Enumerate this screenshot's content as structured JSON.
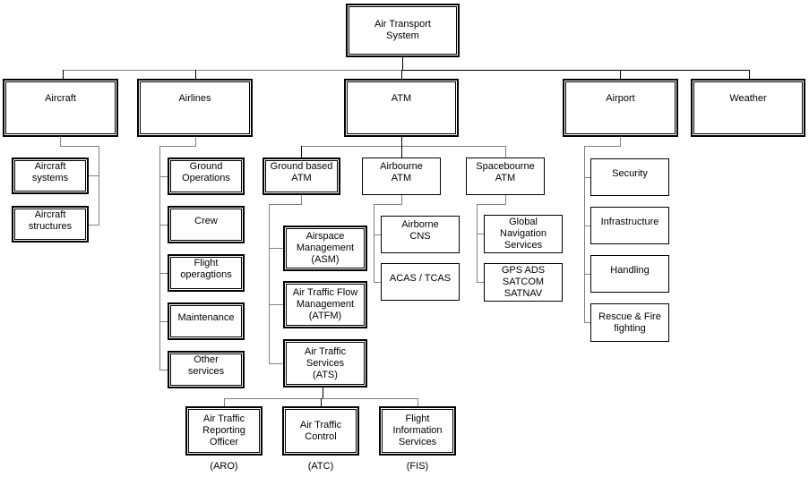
{
  "diagram": {
    "title": "Air Transport System organization chart",
    "colors": {
      "background": "#ffffff",
      "box_border": "#000000",
      "connector_gray": "#808080",
      "connector_black": "#000000"
    },
    "nodes": {
      "root": {
        "label": "Air Transport\nSystem"
      },
      "aircraft": {
        "label": "Aircraft"
      },
      "airlines": {
        "label": "Airlines"
      },
      "atm": {
        "label": "ATM"
      },
      "airport": {
        "label": "Airport"
      },
      "weather": {
        "label": "Weather"
      },
      "aircraft_systems": {
        "label": "Aircraft\nsystems"
      },
      "aircraft_structures": {
        "label": "Aircraft\nstructures"
      },
      "ground_operations": {
        "label": "Ground\nOperations"
      },
      "crew": {
        "label": "Crew"
      },
      "flight_operagtions": {
        "label": "Flight\noperagtions"
      },
      "maintenance": {
        "label": "Maintenance"
      },
      "other_services": {
        "label": "Other\nservices"
      },
      "ground_based_atm": {
        "label": "Ground based\nATM"
      },
      "airbourne_atm": {
        "label": "Airbourne\nATM"
      },
      "spacebourne_atm": {
        "label": "Spacebourne\nATM"
      },
      "asm": {
        "label": "Airspace\nManagement\n(ASM)"
      },
      "atfm": {
        "label": "Air Traffic Flow\nManagement\n(ATFM)"
      },
      "ats": {
        "label": "Air Traffic\nServices\n(ATS)"
      },
      "airborne_cns": {
        "label": "Airborne\nCNS"
      },
      "acas_tcas": {
        "label": "ACAS / TCAS"
      },
      "global_nav_services": {
        "label": "Global\nNavigation\nServices"
      },
      "gps_ads_satcom_satnav": {
        "label": "GPS ADS\nSATCOM\nSATNAV"
      },
      "security": {
        "label": "Security"
      },
      "infrastructure": {
        "label": "Infrastructure"
      },
      "handling": {
        "label": "Handling"
      },
      "rescue_fire_fighting": {
        "label": "Rescue & Fire\nfighting"
      },
      "aro": {
        "label": "Air Traffic\nReporting\nOfficer",
        "caption": "(ARO)"
      },
      "atc": {
        "label": "Air Traffic\nControl",
        "caption": "(ATC)"
      },
      "fis": {
        "label": "Flight\nInformation\nServices",
        "caption": "(FIS)"
      }
    },
    "hierarchy": {
      "root": [
        "aircraft",
        "airlines",
        "atm",
        "airport",
        "weather"
      ],
      "aircraft": [
        "aircraft_systems",
        "aircraft_structures"
      ],
      "airlines": [
        "ground_operations",
        "crew",
        "flight_operagtions",
        "maintenance",
        "other_services"
      ],
      "atm": [
        "ground_based_atm",
        "airbourne_atm",
        "spacebourne_atm"
      ],
      "ground_based_atm": [
        "asm",
        "atfm",
        "ats"
      ],
      "airbourne_atm": [
        "airborne_cns",
        "acas_tcas"
      ],
      "spacebourne_atm": [
        "global_nav_services",
        "gps_ads_satcom_satnav"
      ],
      "airport": [
        "security",
        "infrastructure",
        "handling",
        "rescue_fire_fighting"
      ],
      "ats": [
        "aro",
        "atc",
        "fis"
      ],
      "weather": []
    }
  }
}
